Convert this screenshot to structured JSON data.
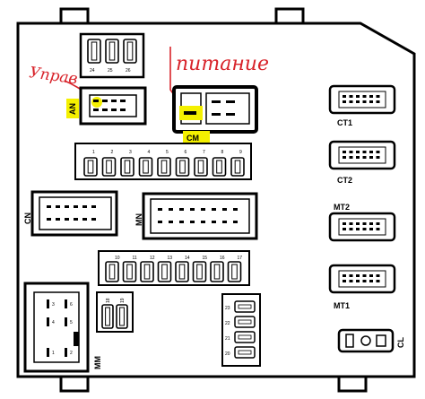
{
  "labels": {
    "an": "AN",
    "cm": "CM",
    "cn": "CN",
    "mn": "MN",
    "mm": "MM",
    "ct1": "CT1",
    "ct2": "CT2",
    "mt2": "MT2",
    "mt1": "MT1",
    "cl": "CL"
  },
  "handwriting": {
    "upravlenie": "Управ",
    "pitanie": "питание"
  },
  "top_fuses": [
    "24",
    "25",
    "26"
  ],
  "row1_fuses": [
    "1",
    "2",
    "3",
    "4",
    "5",
    "6",
    "7",
    "8",
    "9"
  ],
  "row2_fuses": [
    "10",
    "11",
    "12",
    "13",
    "14",
    "15",
    "16",
    "17"
  ],
  "pair_fuses": [
    "18",
    "19"
  ],
  "side_fuses": [
    "23",
    "22",
    "21",
    "20"
  ],
  "mm_pins": [
    "3",
    "6",
    "4",
    "5",
    "1",
    "2"
  ],
  "colors": {
    "highlight": "#f4f000",
    "handwriting": "#d8232a",
    "line": "#000000"
  }
}
